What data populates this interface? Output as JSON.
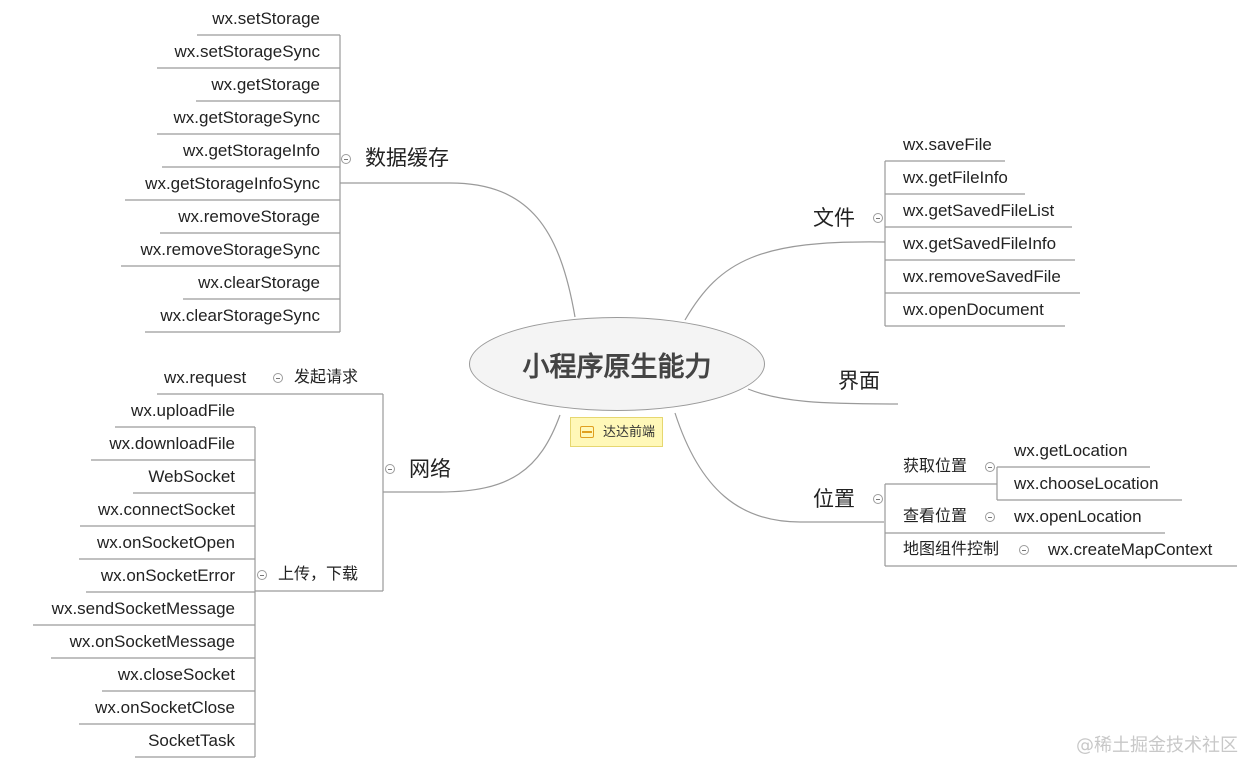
{
  "center": {
    "title": "小程序原生能力"
  },
  "note": {
    "text": "达达前端"
  },
  "branches": {
    "storage": {
      "title": "数据缓存",
      "items": [
        "wx.setStorage",
        "wx.setStorageSync",
        "wx.getStorage",
        "wx.getStorageSync",
        "wx.getStorageInfo",
        "wx.getStorageInfoSync",
        "wx.removeStorage",
        "wx.removeStorageSync",
        "wx.clearStorage",
        "wx.clearStorageSync"
      ]
    },
    "file": {
      "title": "文件",
      "items": [
        "wx.saveFile",
        "wx.getFileInfo",
        "wx.getSavedFileList",
        "wx.getSavedFileInfo",
        "wx.removeSavedFile",
        "wx.openDocument"
      ]
    },
    "ui": {
      "title": "界面"
    },
    "network": {
      "title": "网络",
      "request": {
        "label": "发起请求",
        "item": "wx.request"
      },
      "transfer": {
        "label": "上传，下载",
        "items": [
          "wx.uploadFile",
          "wx.downloadFile",
          "WebSocket",
          "wx.connectSocket",
          "wx.onSocketOpen",
          "wx.onSocketError",
          "wx.sendSocketMessage",
          "wx.onSocketMessage",
          "wx.closeSocket",
          "wx.onSocketClose",
          "SocketTask"
        ]
      }
    },
    "location": {
      "title": "位置",
      "get": {
        "label": "获取位置",
        "items": [
          "wx.getLocation",
          "wx.chooseLocation"
        ]
      },
      "view": {
        "label": "查看位置",
        "items": [
          "wx.openLocation"
        ]
      },
      "map": {
        "label": "地图组件控制",
        "items": [
          "wx.createMapContext"
        ]
      }
    }
  },
  "watermark": "@稀土掘金技术社区",
  "colors": {
    "line": "#9a9a9a",
    "center_fill": "#f4f4f4",
    "note_fill": "#fff8b8",
    "note_icon": "#e0a020"
  }
}
